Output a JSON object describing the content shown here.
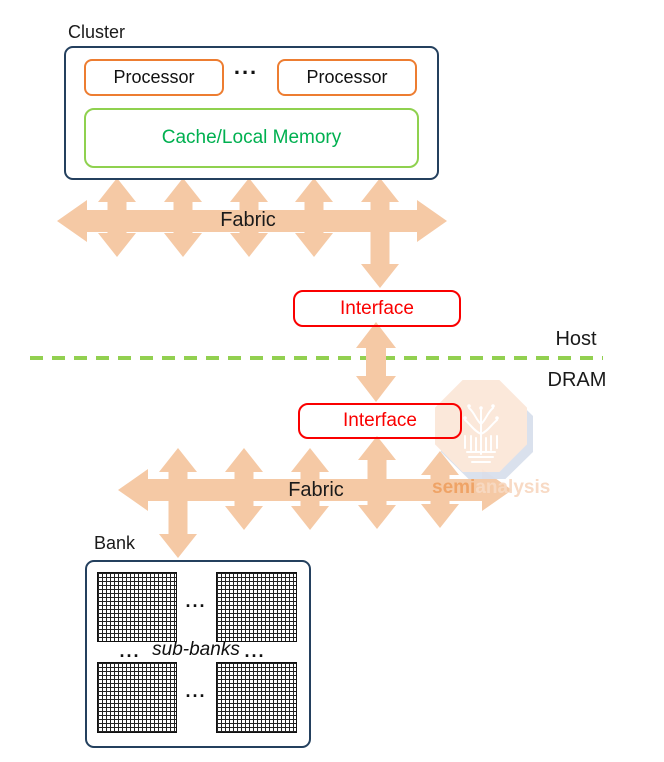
{
  "colors": {
    "navy": "#24405E",
    "orange": "#ED7D31",
    "cache_border_green": "#8FD14F",
    "cache_text_green": "#00B050",
    "interface_red": "#FA0000",
    "arrow_peach": "#F5C9A5",
    "boundary_dash_green": "#92D050",
    "text_black": "#1A1A1A",
    "watermark_fill": "#FBE7D9",
    "watermark_shadow": "#D9E0ED",
    "watermark_semi": "#EFA263",
    "watermark_analysis": "#F8D9C2"
  },
  "cluster": {
    "label": "Cluster",
    "processor_left": "Processor",
    "dots": "...",
    "processor_right": "Processor",
    "cache_label": "Cache/Local Memory"
  },
  "fabric_top": {
    "label": "Fabric"
  },
  "interface_host": {
    "label": "Interface"
  },
  "boundary": {
    "host_label": "Host",
    "dram_label": "DRAM"
  },
  "interface_dram": {
    "label": "Interface"
  },
  "fabric_bottom": {
    "label": "Fabric"
  },
  "bank": {
    "label": "Bank",
    "dots_top": "...",
    "dots_left": "...",
    "sub_banks_label": "sub-banks",
    "dots_right": "...",
    "dots_bottom": "..."
  },
  "watermark": {
    "brand_prefix": "semi",
    "brand_suffix": "analysis"
  }
}
